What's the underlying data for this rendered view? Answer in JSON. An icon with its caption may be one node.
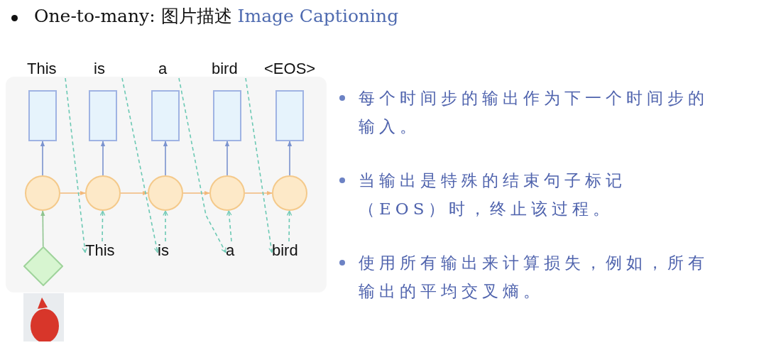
{
  "diagram": {
    "nodes": [
      {
        "text": [
          "This"
        ]
      },
      {
        "text": [
          "is"
        ]
      },
      {
        "text": [
          "a"
        ]
      },
      {
        "text": [
          "bird"
        ]
      },
      {
        "text": [
          "<EOS>"
        ]
      },
      {
        "text": [],
        "shape": "box"
      },
      {
        "text": [],
        "shape": "box"
      },
      {
        "text": [],
        "shape": "box"
      },
      {
        "text": [],
        "shape": "box"
      },
      {
        "text": [],
        "shape": "box"
      },
      {
        "text": [],
        "shape": "circle"
      },
      {
        "text": [],
        "shape": "circle"
      },
      {
        "text": [],
        "shape": "circle"
      },
      {
        "text": [],
        "shape": "circle"
      },
      {
        "text": [],
        "shape": "circle"
      },
      {
        "text": [
          "This"
        ]
      },
      {
        "text": [
          "is"
        ]
      },
      {
        "text": [
          "a"
        ]
      },
      {
        "text": [
          "bird"
        ]
      },
      {
        "text": [],
        "shape": "diamond"
      }
    ],
    "edges": [
      {
        "from": 10,
        "to": 5,
        "arrow": "to",
        "color": "#7b93cf"
      },
      {
        "from": 11,
        "to": 6,
        "arrow": "to",
        "color": "#7b93cf"
      },
      {
        "from": 12,
        "to": 7,
        "arrow": "to",
        "color": "#7b93cf"
      },
      {
        "from": 13,
        "to": 8,
        "arrow": "to",
        "color": "#7b93cf"
      },
      {
        "from": 14,
        "to": 9,
        "arrow": "to",
        "color": "#7b93cf"
      },
      {
        "from": 10,
        "to": 11,
        "arrow": "to",
        "color": "#f2b87a"
      },
      {
        "from": 11,
        "to": 12,
        "arrow": "to",
        "color": "#f2b87a"
      },
      {
        "from": 12,
        "to": 13,
        "arrow": "to",
        "color": "#f2b87a"
      },
      {
        "from": 13,
        "to": 14,
        "arrow": "to",
        "color": "#f2b87a"
      },
      {
        "from": 19,
        "to": 10,
        "arrow": "to",
        "color": "#8fc48f"
      },
      {
        "from": 0,
        "to": 15,
        "arrow": "to",
        "style": "dashed",
        "color": "#6cc9b4"
      },
      {
        "from": 1,
        "to": 16,
        "arrow": "to",
        "style": "dashed",
        "color": "#6cc9b4"
      },
      {
        "from": 2,
        "to": 17,
        "arrow": "to",
        "style": "dashed",
        "color": "#6cc9b4"
      },
      {
        "from": 3,
        "to": 18,
        "arrow": "to",
        "style": "dashed",
        "color": "#6cc9b4"
      },
      {
        "from": 15,
        "to": 11,
        "arrow": "to",
        "style": "dashed",
        "color": "#6cc9b4"
      },
      {
        "from": 16,
        "to": 12,
        "arrow": "to",
        "style": "dashed",
        "color": "#6cc9b4"
      },
      {
        "from": 17,
        "to": 13,
        "arrow": "to",
        "style": "dashed",
        "color": "#6cc9b4"
      },
      {
        "from": 18,
        "to": 14,
        "arrow": "to",
        "style": "dashed",
        "color": "#6cc9b4"
      }
    ],
    "labels": [
      "One-to-many: 图片描述",
      "Image Captioning",
      "每个时间步的输出作为下一个时间步的输入。",
      "当输出是特殊的结束句子标记（EOS）时，终止该过程。",
      "使用所有输出来计算损失，例如，所有输出的平均交叉熵。"
    ]
  }
}
